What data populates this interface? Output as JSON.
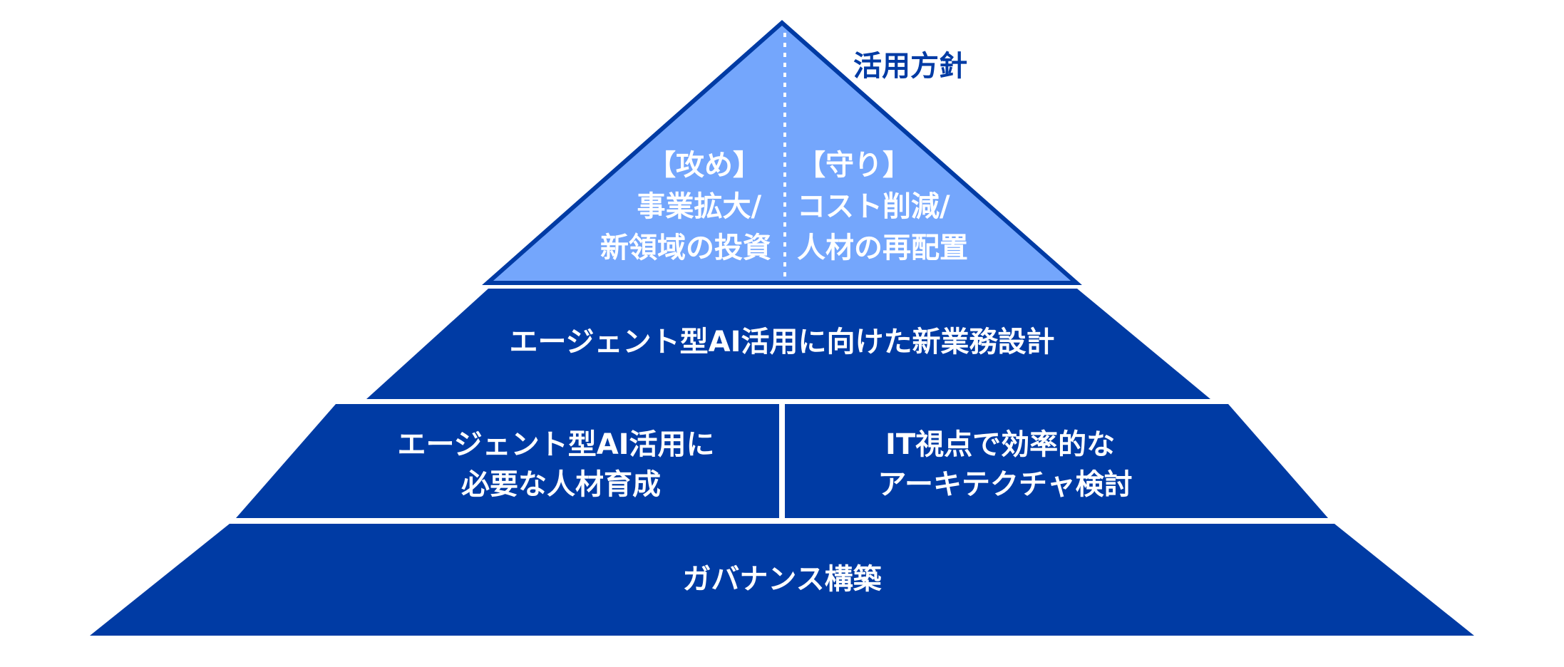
{
  "colors": {
    "background": "#ffffff",
    "apex_fill": "#74a6fc",
    "level_fill": "#003ba4",
    "apex_outline": "#003ba4",
    "separator": "#ffffff",
    "text_light": "#ffffff",
    "heading_text": "#003ba4"
  },
  "pyramid": {
    "heading": "活用方針",
    "apex": {
      "left_lines": [
        "【攻め】",
        "事業拡大/",
        "新領域の投資"
      ],
      "right_lines": [
        "【守り】",
        "コスト削減/",
        "人材の再配置"
      ]
    },
    "level2": {
      "label": "エージェント型AI活用に向けた新業務設計"
    },
    "level3": {
      "left_lines": [
        "エージェント型AI活用に",
        "必要な人材育成"
      ],
      "right_lines": [
        "IT視点で効率的な",
        "アーキテクチャ検討"
      ]
    },
    "level4": {
      "label": "ガバナンス構築"
    }
  }
}
